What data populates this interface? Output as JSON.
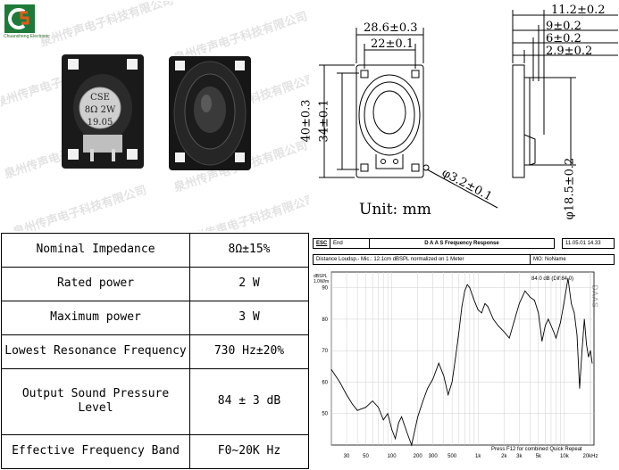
{
  "photo": {
    "logo_text": "Chuansheng Electronic",
    "watermark": "泉州传声电子科技有限公司",
    "speaker_label": [
      "CSE",
      "8Ω 2W",
      "19.05"
    ]
  },
  "drawing": {
    "dim_width": "28.6±0.3",
    "dim_inner_width": "22±0.1",
    "dim_height": "40±0.3",
    "dim_inner_height": "34±0.1",
    "dim_hole": "φ3.2±0.1",
    "dim_depth_total": "11.2±0.2",
    "dim_depth_9": "9±0.2",
    "dim_depth_6": "6±0.2",
    "dim_depth_29": "2.9±0.2",
    "dim_dia": "φ18.5±0.2",
    "unit_label": "Unit: mm"
  },
  "spec_table": {
    "rows": [
      {
        "name": "Nominal Impedance",
        "value": "8Ω±15%"
      },
      {
        "name": "Rated power",
        "value": "2 W"
      },
      {
        "name": "Maximum power",
        "value": "3 W"
      },
      {
        "name": "Lowest Resonance Frequency",
        "value": "730 Hz±20%"
      },
      {
        "name": "Output Sound Pressure Level",
        "value": "84 ± 3 dB"
      },
      {
        "name": "Effective Frequency Band",
        "value": "F0~20K Hz"
      }
    ]
  },
  "freq_response": {
    "esc_label": "ESC",
    "end_label": "End",
    "app_title": "D A A S   Frequency Response",
    "date": "11.05.01 14.33",
    "info_left": "Distance Loudsp.- Mic.: 12.1cm dBSPL normalized on 1 Meter",
    "info_right": "NoName",
    "info_right_prefix": "MO:",
    "y_unit_top": "dBSPL",
    "y_unit_bottom": "1.0W/m",
    "cursor_readout": "84.0 dB (Dif:84.0)",
    "side_label": "DAAS",
    "footer": "Press F12 for combined Quick Repeat",
    "chart_data": {
      "type": "line",
      "x_label_values": [
        "30",
        "50",
        "100",
        "200",
        "300",
        "500",
        "1k",
        "2k",
        "3k",
        "5k",
        "10k",
        "20kHz"
      ],
      "ylim": [
        40,
        95
      ],
      "y_ticks": [
        90,
        80,
        70,
        60,
        50
      ],
      "x_scale": "log",
      "x": [
        20,
        25,
        30,
        35,
        40,
        50,
        60,
        70,
        80,
        90,
        100,
        110,
        120,
        130,
        150,
        170,
        200,
        230,
        260,
        300,
        350,
        400,
        450,
        500,
        550,
        600,
        650,
        700,
        750,
        800,
        900,
        1000,
        1100,
        1200,
        1300,
        1500,
        1700,
        2000,
        2300,
        2600,
        3000,
        3500,
        4000,
        4500,
        5000,
        5500,
        6000,
        6500,
        7000,
        7500,
        8000,
        9000,
        10000,
        11000,
        12000,
        13000,
        14000,
        15000,
        16000,
        17000,
        18000,
        19000,
        20000,
        21000
      ],
      "y": [
        64,
        60,
        56,
        53,
        51,
        52,
        54,
        52,
        48,
        50,
        45,
        42,
        47,
        49,
        44,
        40,
        49,
        54,
        58,
        61,
        66,
        62,
        56,
        60,
        68,
        76,
        84,
        89,
        91,
        90,
        86,
        83,
        82,
        85,
        84,
        80,
        78,
        76,
        74,
        79,
        85,
        89,
        87,
        86,
        82,
        73,
        78,
        80,
        78,
        76,
        74,
        79,
        86,
        93,
        85,
        82,
        75,
        58,
        70,
        80,
        72,
        68,
        70,
        66
      ]
    }
  }
}
